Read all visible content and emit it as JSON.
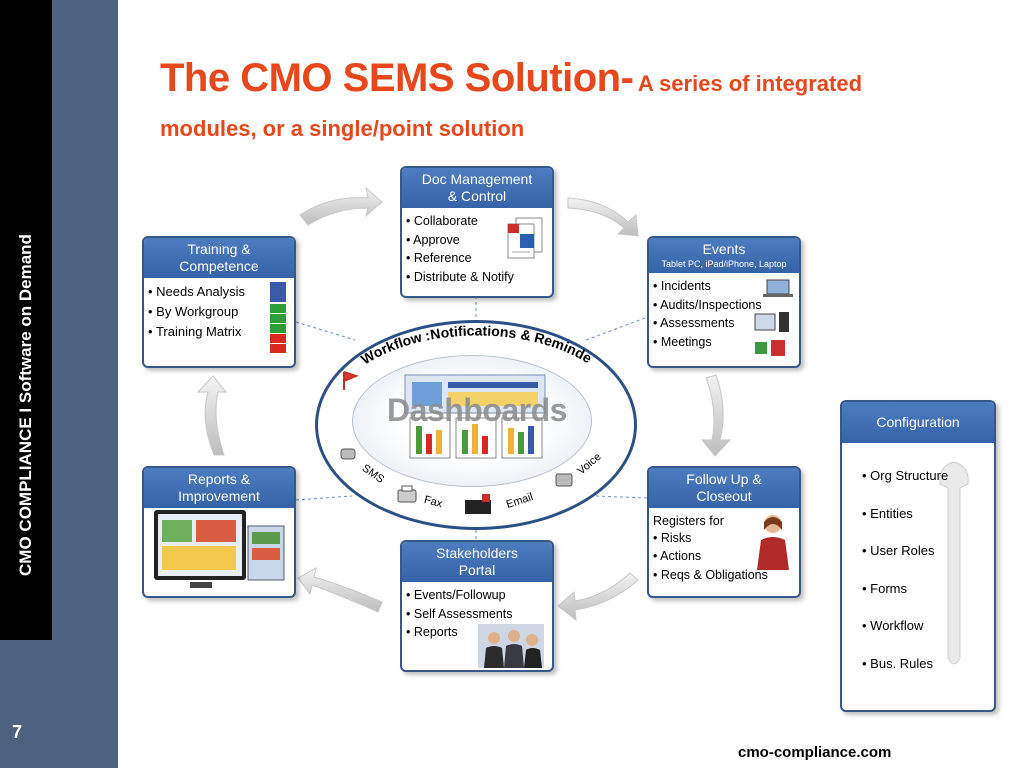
{
  "sidebar": {
    "brand": "CMO COMPLIANCE I Software on Demand",
    "page_number": "7"
  },
  "title": {
    "main": "The CMO SEMS Solution-",
    "sub": "A series of integrated",
    "sub2": "modules, or a single/point solution"
  },
  "footer": "cmo-compliance.com",
  "doc_mgmt": {
    "header1": "Doc Management",
    "header2": "& Control",
    "items": [
      "Collaborate",
      "Approve",
      "Reference",
      "Distribute & Notify"
    ]
  },
  "training": {
    "header1": "Training &",
    "header2": "Competence",
    "items": [
      "Needs Analysis",
      "By Workgroup",
      "Training Matrix"
    ]
  },
  "events": {
    "header": "Events",
    "subheader": "Tablet PC, iPad/iPhone, Laptop",
    "items": [
      "Incidents",
      "Audits/Inspections",
      "Assessments",
      "Meetings"
    ]
  },
  "reports": {
    "header1": "Reports &",
    "header2": "Improvement"
  },
  "followup": {
    "header1": "Follow Up &",
    "header2": "Closeout",
    "intro": "Registers for",
    "items": [
      "Risks",
      "Actions",
      "Reqs & Obligations"
    ]
  },
  "stakeholders": {
    "header1": "Stakeholders",
    "header2": "Portal",
    "items": [
      "Events/Followup",
      "Self Assessments",
      "Reports"
    ]
  },
  "configuration": {
    "header": "Configuration",
    "items": [
      "Org Structure",
      "Entities",
      "User Roles",
      "Forms",
      "Workflow",
      "Bus. Rules"
    ]
  },
  "hub": {
    "curve_text": "Workflow :Notifications & Reminders",
    "center": "Dashboards",
    "channels": [
      "SMS",
      "Fax",
      "Email",
      "Voice"
    ]
  },
  "colors": {
    "accent": "#e8471b",
    "box_header": "#3663a8",
    "sidebar": "#4f6181"
  }
}
